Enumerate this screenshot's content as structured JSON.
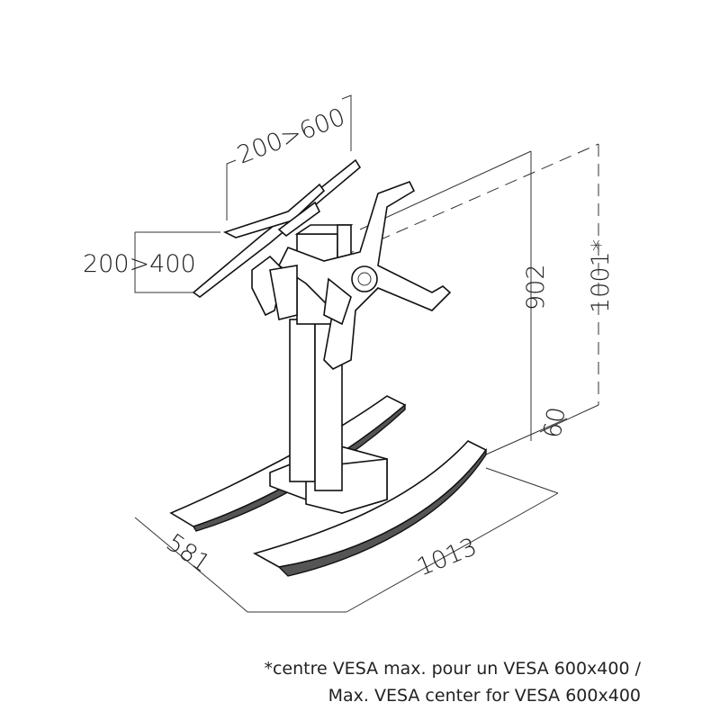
{
  "dimensions": {
    "vesa_width": "200>600",
    "vesa_height": "200>400",
    "column_height": "902",
    "total_height": "1001*",
    "foot_height": "60",
    "base_width": "1013",
    "base_depth": "581"
  },
  "caption": {
    "line1": "*centre VESA max. pour un VESA 600x400 /",
    "line2": "Max. VESA center for VESA 600x400"
  }
}
